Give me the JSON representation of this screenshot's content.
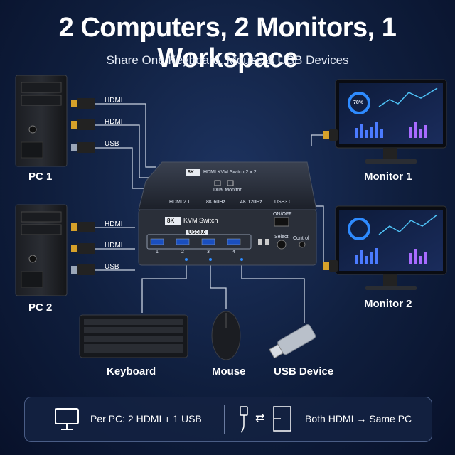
{
  "header": {
    "title": "2 Computers, 2 Monitors, 1 Workspace",
    "subtitle": "Share One Keyboard, Mouse & USB Devices"
  },
  "pcs": [
    {
      "label": "PC 1",
      "ports": [
        "HDMI",
        "HDMI",
        "USB"
      ]
    },
    {
      "label": "PC 2",
      "ports": [
        "HDMI",
        "HDMI",
        "USB"
      ]
    }
  ],
  "monitors": [
    {
      "label": "Monitor 1",
      "gauge_text": "78%"
    },
    {
      "label": "Monitor 2"
    }
  ],
  "switch_rear": {
    "badge": "8K",
    "name": "HDMI KVM Switch 2 x 2",
    "sub": "Dual Monitor",
    "specs": [
      "HDMI 2.1",
      "8K 60Hz",
      "4K 120Hz",
      "USB3.0"
    ]
  },
  "switch_front": {
    "badge": "8K",
    "name": "KVM Switch",
    "usb_label": "USB3.0",
    "port_numbers": [
      "1",
      "2",
      "3",
      "4"
    ],
    "power_label": "ON/OFF",
    "select_label": "Select",
    "control_label": "Control"
  },
  "peripherals": [
    {
      "label": "Keyboard"
    },
    {
      "label": "Mouse"
    },
    {
      "label": "USB Device"
    }
  ],
  "footer": {
    "left_text": "Per PC: 2 HDMI + 1 USB",
    "right_text": "Both HDMI → Same PC",
    "icons": [
      "monitor-icon",
      "cable-icon",
      "swap-arrows-icon",
      "screen-icon"
    ]
  },
  "colors": {
    "background": "#0f1e3d",
    "cable": "#c9d2e0",
    "hdmi_tip": "#d6a12a",
    "usb_tip": "#3a6fd8",
    "accent": "#2e8bff"
  }
}
